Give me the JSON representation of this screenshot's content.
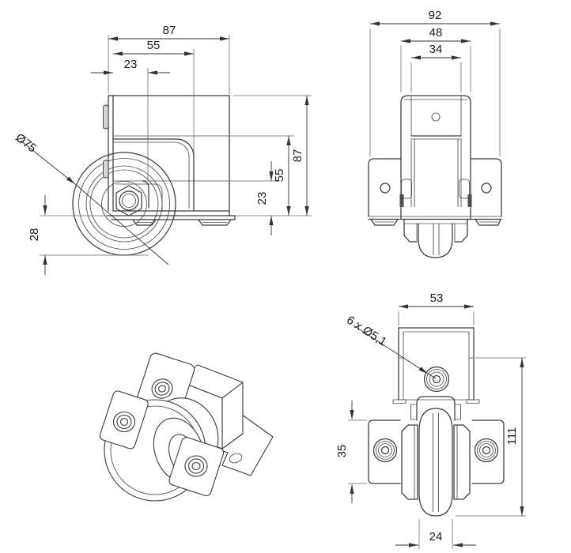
{
  "colors": {
    "line": "#3a3a3a",
    "text": "#1b1b1b",
    "background": "#ffffff"
  },
  "views": {
    "side": {
      "dim_width_outer": "87",
      "dim_width_mid": "55",
      "dim_width_inner": "23",
      "dim_height_outer": "87",
      "dim_height_mid": "55",
      "dim_height_inner": "23",
      "dim_wheel_diameter": "Ø75",
      "dim_wheel_drop": "28"
    },
    "front": {
      "dim_width_outer": "92",
      "dim_width_mid": "48",
      "dim_width_inner": "34"
    },
    "bottom": {
      "dim_top_width": "53",
      "dim_hole_callout": "6 x Ø5,1",
      "dim_flange_height": "35",
      "dim_total_height": "111",
      "dim_wheel_width": "24"
    }
  }
}
